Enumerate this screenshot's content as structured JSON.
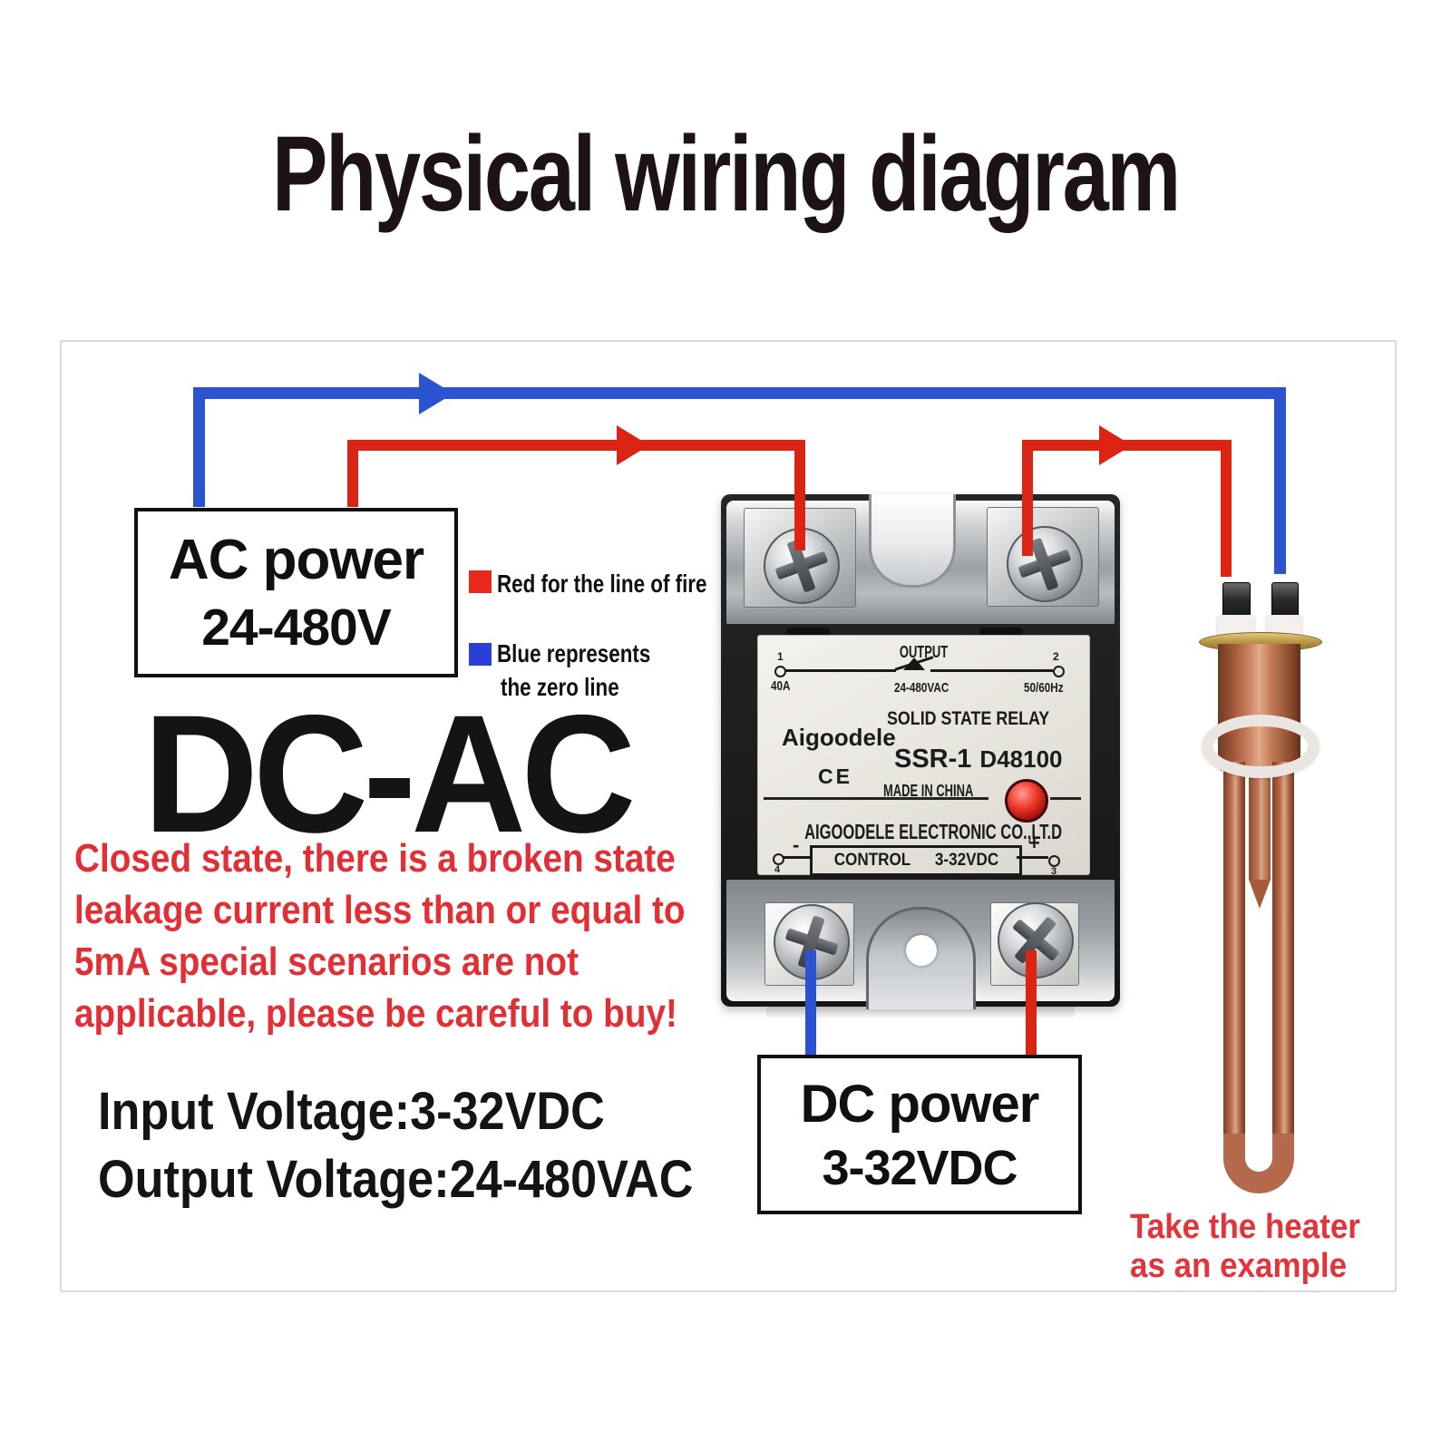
{
  "title": "Physical wiring diagram",
  "diagram": {
    "conversion": "DC-AC",
    "input_spec": "Input Voltage:3-32VDC",
    "output_spec": "Output Voltage:24-480VAC"
  },
  "warning": {
    "lines": [
      "Closed state, there is a broken state",
      "leakage current less than or equal to",
      "5mA special scenarios are not",
      "applicable, please be careful to buy!"
    ]
  },
  "legend": {
    "red_label": "Red for the line of fire",
    "blue_label_line1": "Blue represents",
    "blue_label_line2": "the zero line"
  },
  "ac_power_box": {
    "title": "AC power",
    "voltage": "24-480V"
  },
  "dc_power_box": {
    "title": "DC power",
    "voltage": "3-32VDC"
  },
  "relay": {
    "output_label": "OUTPUT",
    "terminal_1": "1",
    "terminal_1_rating": "40A",
    "output_voltage": "24-480VAC",
    "terminal_2": "2",
    "frequency": "50/60Hz",
    "type_label": "SOLID STATE RELAY",
    "brand": "Aigoodele",
    "model": "SSR-1",
    "model_code": "D48100",
    "ce_mark": "CE",
    "origin": "MADE IN CHINA",
    "company": "AIGOODELE ELECTRONIC CO.,LT.D",
    "control_label": "CONTROL",
    "control_voltage": "3-32VDC",
    "minus": "-",
    "plus": "+",
    "terminal_4": "4",
    "terminal_3": "3"
  },
  "heater_note": {
    "line1": "Take the heater",
    "line2": "as an example"
  },
  "colors": {
    "wire_red": "#dc2415",
    "wire_blue": "#2b52cf",
    "warning_red": "#e22f36",
    "legend_red": "#e8281a",
    "legend_blue": "#2a3fd8",
    "led_red": "#ef3b2d",
    "copper": "#b4694a",
    "brass": "#b3913f"
  }
}
